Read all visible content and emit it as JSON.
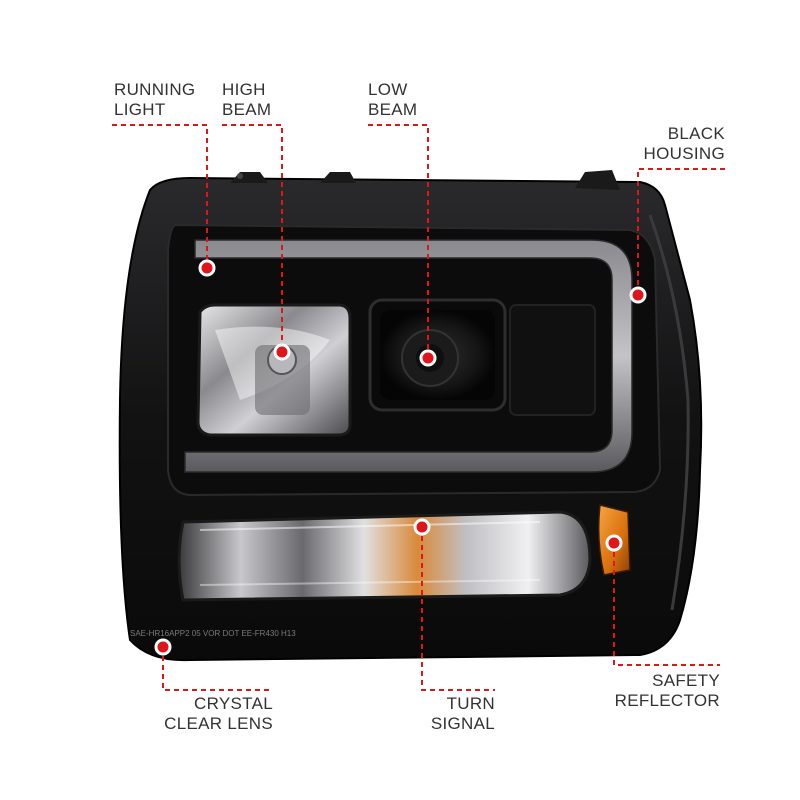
{
  "colors": {
    "callout_line": "#e0141b",
    "callout_dot": "#e0141b",
    "label_text": "#333333",
    "housing": "#111111",
    "amber": "#e07a10"
  },
  "callouts": [
    {
      "id": "running-light",
      "lines": [
        "RUNNING",
        "LIGHT"
      ]
    },
    {
      "id": "high-beam",
      "lines": [
        "HIGH",
        "BEAM"
      ]
    },
    {
      "id": "low-beam",
      "lines": [
        "LOW",
        "BEAM"
      ]
    },
    {
      "id": "black-housing",
      "lines": [
        "BLACK",
        "HOUSING"
      ]
    },
    {
      "id": "crystal-clear-lens",
      "lines": [
        "CRYSTAL",
        "CLEAR LENS"
      ]
    },
    {
      "id": "turn-signal",
      "lines": [
        "TURN",
        "SIGNAL"
      ]
    },
    {
      "id": "safety-reflector",
      "lines": [
        "SAFETY",
        "REFLECTOR"
      ]
    }
  ],
  "lens_markings": "SAE-HR16APP2 05   VOR DOT  EE-FR430    H13"
}
